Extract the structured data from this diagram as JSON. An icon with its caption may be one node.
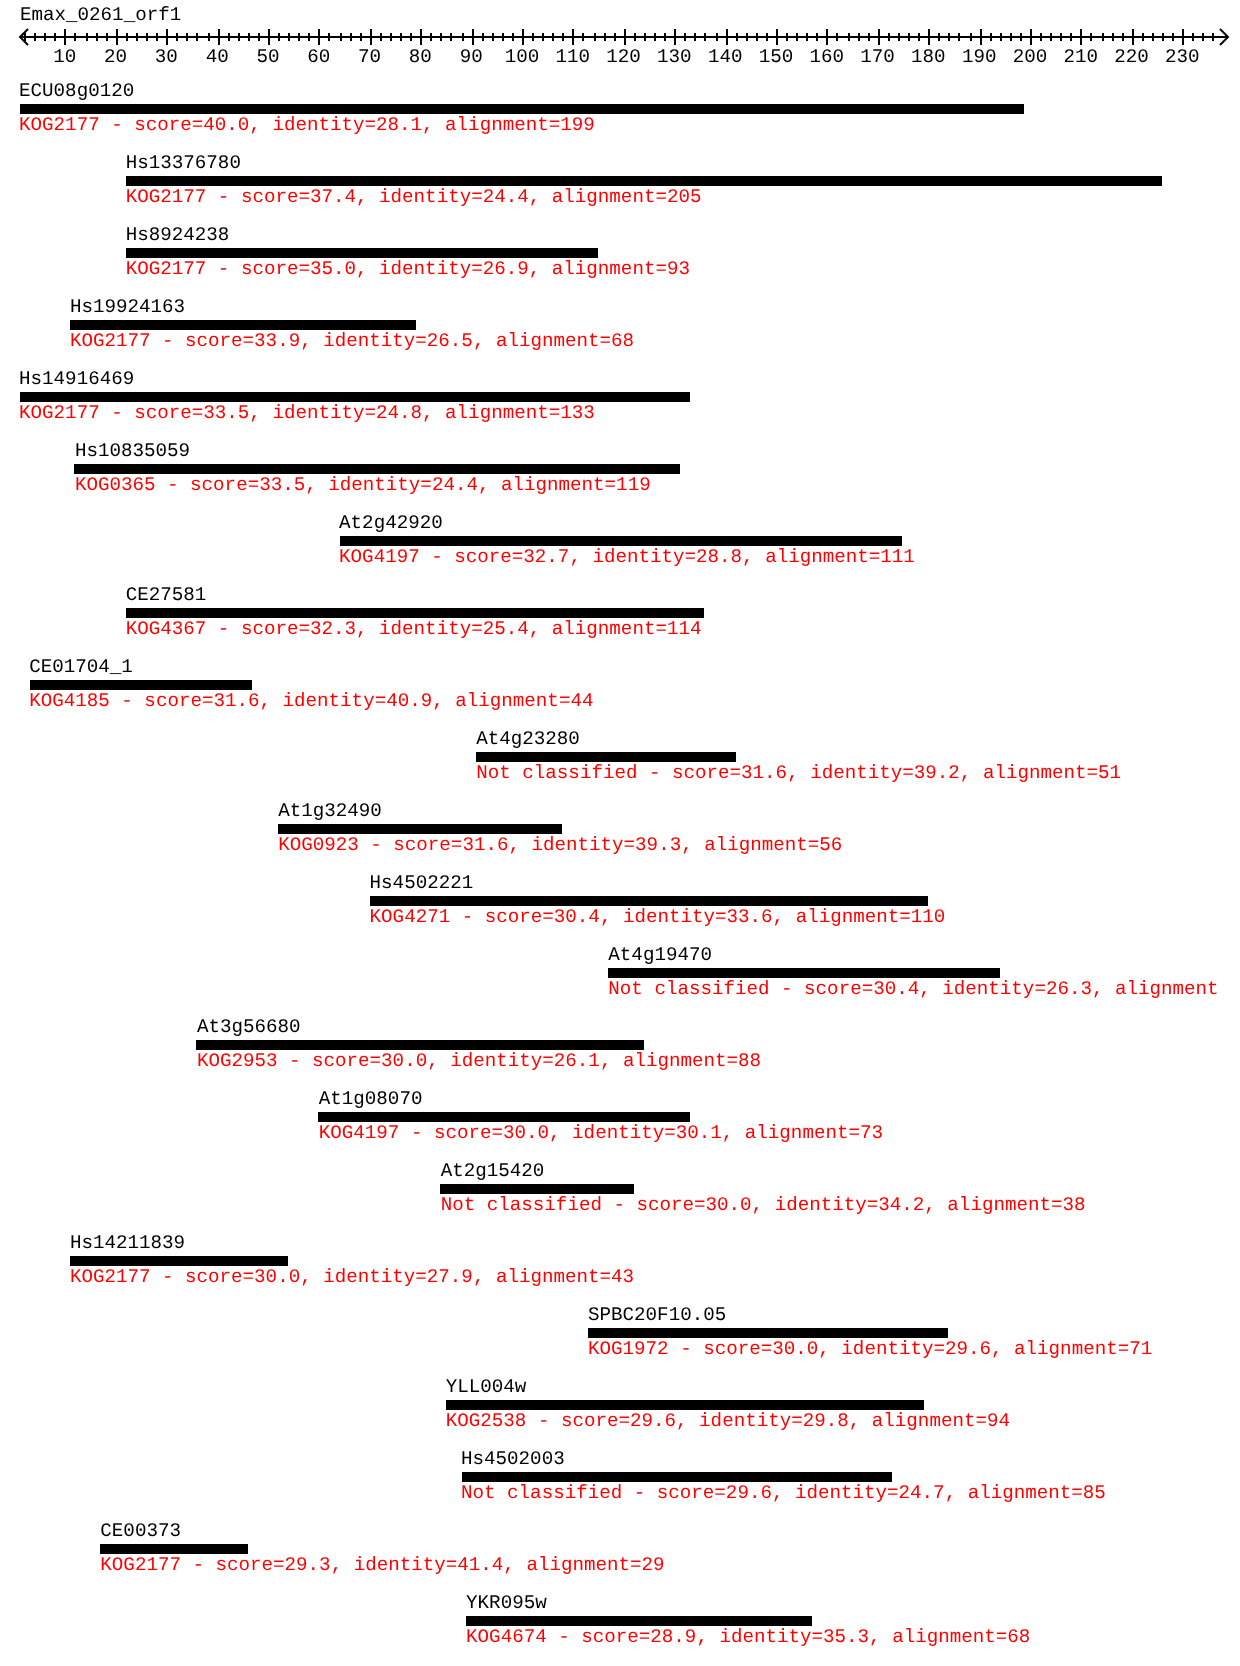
{
  "diagram": {
    "title": "Emax_0261_orf1",
    "nodes": [
      {
        "text": [
          "ECU08g0120"
        ],
        "beside": [
          "KOG2177 - score=40.0, identity=28.1, alignment=199"
        ]
      },
      {
        "text": [
          "Hs13376780"
        ],
        "beside": [
          "KOG2177 - score=37.4, identity=24.4, alignment=205"
        ]
      },
      {
        "text": [
          "Hs8924238"
        ],
        "beside": [
          "KOG2177 - score=35.0, identity=26.9, alignment=93"
        ]
      },
      {
        "text": [
          "Hs19924163"
        ],
        "beside": [
          "KOG2177 - score=33.9, identity=26.5, alignment=68"
        ]
      },
      {
        "text": [
          "Hs14916469"
        ],
        "beside": [
          "KOG2177 - score=33.5, identity=24.8, alignment=133"
        ]
      },
      {
        "text": [
          "Hs10835059"
        ],
        "beside": [
          "KOG0365 - score=33.5, identity=24.4, alignment=119"
        ]
      },
      {
        "text": [
          "At2g42920"
        ],
        "beside": [
          "KOG4197 - score=32.7, identity=28.8, alignment=111"
        ]
      },
      {
        "text": [
          "CE27581"
        ],
        "beside": [
          "KOG4367 - score=32.3, identity=25.4, alignment=114"
        ]
      },
      {
        "text": [
          "CE01704_1"
        ],
        "beside": [
          "KOG4185 - score=31.6, identity=40.9, alignment=44"
        ]
      },
      {
        "text": [
          "At4g23280"
        ],
        "beside": [
          "Not classified - score=31.6, identity=39.2, alignment=51"
        ]
      },
      {
        "text": [
          "At1g32490"
        ],
        "beside": [
          "KOG0923 - score=31.6, identity=39.3, alignment=56"
        ]
      },
      {
        "text": [
          "Hs4502221"
        ],
        "beside": [
          "KOG4271 - score=30.4, identity=33.6, alignment=110"
        ]
      },
      {
        "text": [
          "At4g19470"
        ],
        "beside": [
          "Not classified - score=30.4, identity=26.3, alignment"
        ]
      },
      {
        "text": [
          "At3g56680"
        ],
        "beside": [
          "KOG2953 - score=30.0, identity=26.1, alignment=88"
        ]
      },
      {
        "text": [
          "At1g08070"
        ],
        "beside": [
          "KOG4197 - score=30.0, identity=30.1, alignment=73"
        ]
      },
      {
        "text": [
          "At2g15420"
        ],
        "beside": [
          "Not classified - score=30.0, identity=34.2, alignment=38"
        ]
      },
      {
        "text": [
          "Hs14211839"
        ],
        "beside": [
          "KOG2177 - score=30.0, identity=27.9, alignment=43"
        ]
      },
      {
        "text": [
          "SPBC20F10.05"
        ],
        "beside": [
          "KOG1972 - score=30.0, identity=29.6, alignment=71"
        ]
      },
      {
        "text": [
          "YLL004w"
        ],
        "beside": [
          "KOG2538 - score=29.6, identity=29.8, alignment=94"
        ]
      },
      {
        "text": [
          "Hs4502003"
        ],
        "beside": [
          "Not classified - score=29.6, identity=24.7, alignment=85"
        ]
      },
      {
        "text": [
          "CE00373"
        ],
        "beside": [
          "KOG2177 - score=29.3, identity=41.4, alignment=29"
        ]
      },
      {
        "text": [
          "YKR095w"
        ],
        "beside": [
          "KOG4674 - score=28.9, identity=35.3, alignment=68"
        ]
      }
    ],
    "labels": [
      "10",
      "20",
      "30",
      "40",
      "50",
      "60",
      "70",
      "80",
      "90",
      "100",
      "110",
      "120",
      "130",
      "140",
      "150",
      "160",
      "170",
      "180",
      "190",
      "200",
      "210",
      "220",
      "230"
    ]
  }
}
